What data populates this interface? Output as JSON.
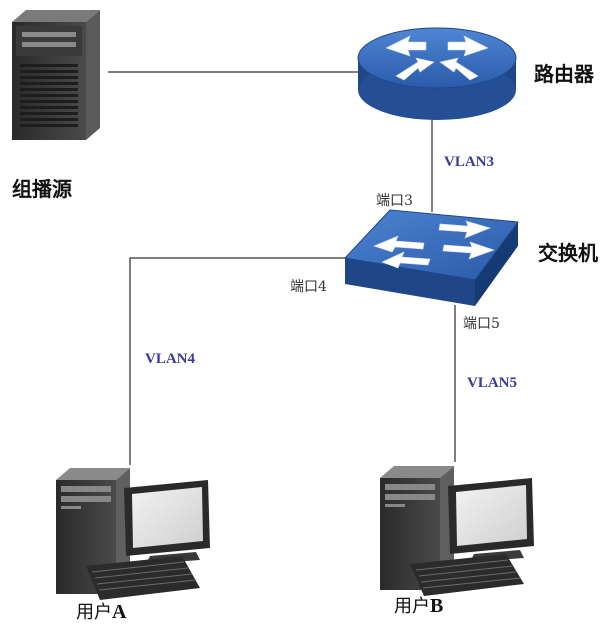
{
  "nodes": {
    "source": {
      "label": "组播源"
    },
    "router": {
      "label": "路由器"
    },
    "switch": {
      "label": "交换机"
    },
    "user_a": {
      "prefix": "用户",
      "letter": "A"
    },
    "user_b": {
      "prefix": "用户",
      "letter": "B"
    }
  },
  "ports": {
    "p3": "端口3",
    "p4": "端口4",
    "p5": "端口5"
  },
  "vlans": {
    "router_switch": "VLAN3",
    "switch_user_a": "VLAN4",
    "switch_user_b": "VLAN5"
  },
  "colors": {
    "device_blue": "#2f62b3",
    "device_blue_dark": "#1f4787",
    "device_blue_light": "#5b8fd6",
    "link": "#555555",
    "vlan_text": "#3a3a9a"
  }
}
